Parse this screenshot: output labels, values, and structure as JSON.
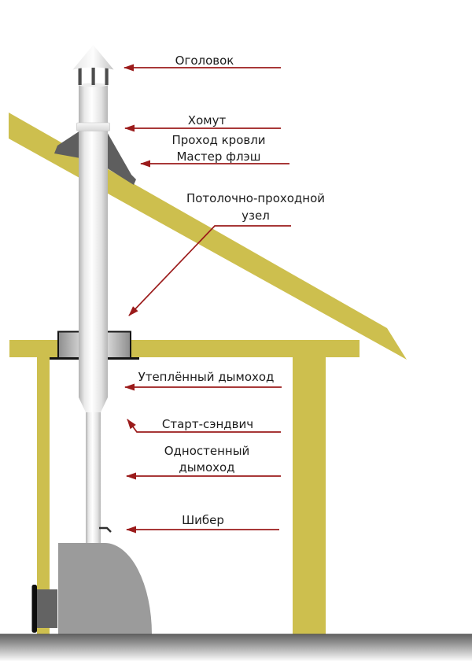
{
  "diagram": {
    "labels": {
      "cap": "Оголовок",
      "clamp": "Хомут",
      "roof_pass_line1": "Проход кровли",
      "roof_pass_line2": "Мастер флэш",
      "ceiling_unit_line1": "Потолочно-проходной",
      "ceiling_unit_line2": "узел",
      "insulated": "Утеплённый дымоход",
      "start_sandwich": "Старт-сэндвич",
      "single_wall_line1": "Одностенный",
      "single_wall_line2": "дымоход",
      "damper": "Шибер"
    }
  },
  "colors": {
    "wood": "#cdbf4e",
    "arrow": "#9b1b1b",
    "text": "#1c1c1c",
    "flashing": "#5e5e5e",
    "stove": "#9b9b9b",
    "door": "#636363",
    "black": "#111111"
  }
}
